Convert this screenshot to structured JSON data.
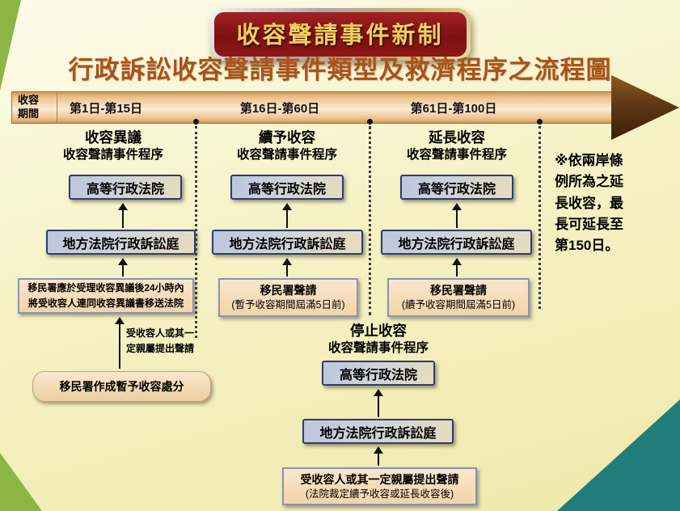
{
  "banner": {
    "title": "收容聲請事件新制"
  },
  "page_title": "行政訴訟收容聲請事件類型及救濟程序之流程圖",
  "timeline": {
    "label_line1": "收容",
    "label_line2": "期間",
    "segments": [
      "第1日-第15日",
      "第16日-第60日",
      "第61日-第100日"
    ]
  },
  "columns": [
    {
      "title": "收容異議",
      "subtitle": "收容聲請事件程序",
      "high_court": "高等行政法院",
      "district_court": "地方法院行政訴訟庭",
      "petition_line1": "移民署應於受理收容異議後24小時內",
      "petition_line2": "將受收容人連同收容異議書移送法院",
      "arrow_label_line1": "受收容人或其一",
      "arrow_label_line2": "定親屬提出聲請",
      "origin_box": "移民署作成暫予收容處分"
    },
    {
      "title": "續予收容",
      "subtitle": "收容聲請事件程序",
      "high_court": "高等行政法院",
      "district_court": "地方法院行政訴訟庭",
      "petition_line1": "移民署聲請",
      "petition_line2": "(暫予收容期間屆滿5日前)"
    },
    {
      "title": "延長收容",
      "subtitle": "收容聲請事件程序",
      "high_court": "高等行政法院",
      "district_court": "地方法院行政訴訟庭",
      "petition_line1": "移民署聲請",
      "petition_line2": "(續予收容期間屆滿5日前)"
    }
  ],
  "stop_section": {
    "title": "停止收容",
    "subtitle": "收容聲請事件程序",
    "high_court": "高等行政法院",
    "district_court": "地方法院行政訴訟庭",
    "petition_line1": "受收容人或其一定親屬提出聲請",
    "petition_line2": "(法院裁定續予收容或延長收容後)"
  },
  "side_note": "※依兩岸條例所為之延長收容，最長可延長至第150日。",
  "colors": {
    "banner_bg": "#8c1616",
    "banner_text": "#f3cf5e",
    "page_title_text": "#a8531b",
    "timeline_bar": "#f2cd9c",
    "timeline_arrow": "#4a2a0e",
    "court_box_border": "#2e3c6e",
    "petition_box_bg": "#f5ddba",
    "corner_green": "#8cb644",
    "corner_teal": "#217d7a"
  }
}
